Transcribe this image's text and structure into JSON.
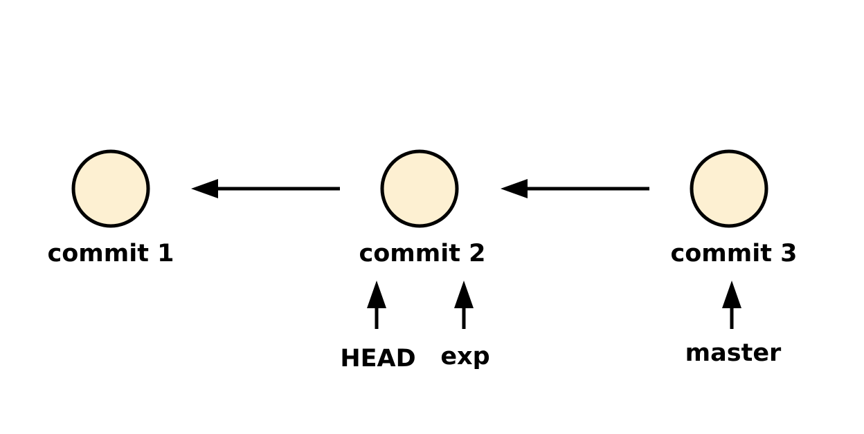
{
  "colors": {
    "node_fill": "#fdf0d2",
    "node_stroke": "#000000",
    "arrow": "#000000",
    "background": "#ffffff"
  },
  "commits": [
    {
      "id": "c1",
      "label": "commit 1"
    },
    {
      "id": "c2",
      "label": "commit 2"
    },
    {
      "id": "c3",
      "label": "commit 3"
    }
  ],
  "edges": [
    {
      "from": "c3",
      "to": "c2"
    },
    {
      "from": "c2",
      "to": "c1"
    }
  ],
  "refs": [
    {
      "name": "HEAD",
      "points_to": "c2"
    },
    {
      "name": "exp",
      "points_to": "c2"
    },
    {
      "name": "master",
      "points_to": "c3"
    }
  ]
}
